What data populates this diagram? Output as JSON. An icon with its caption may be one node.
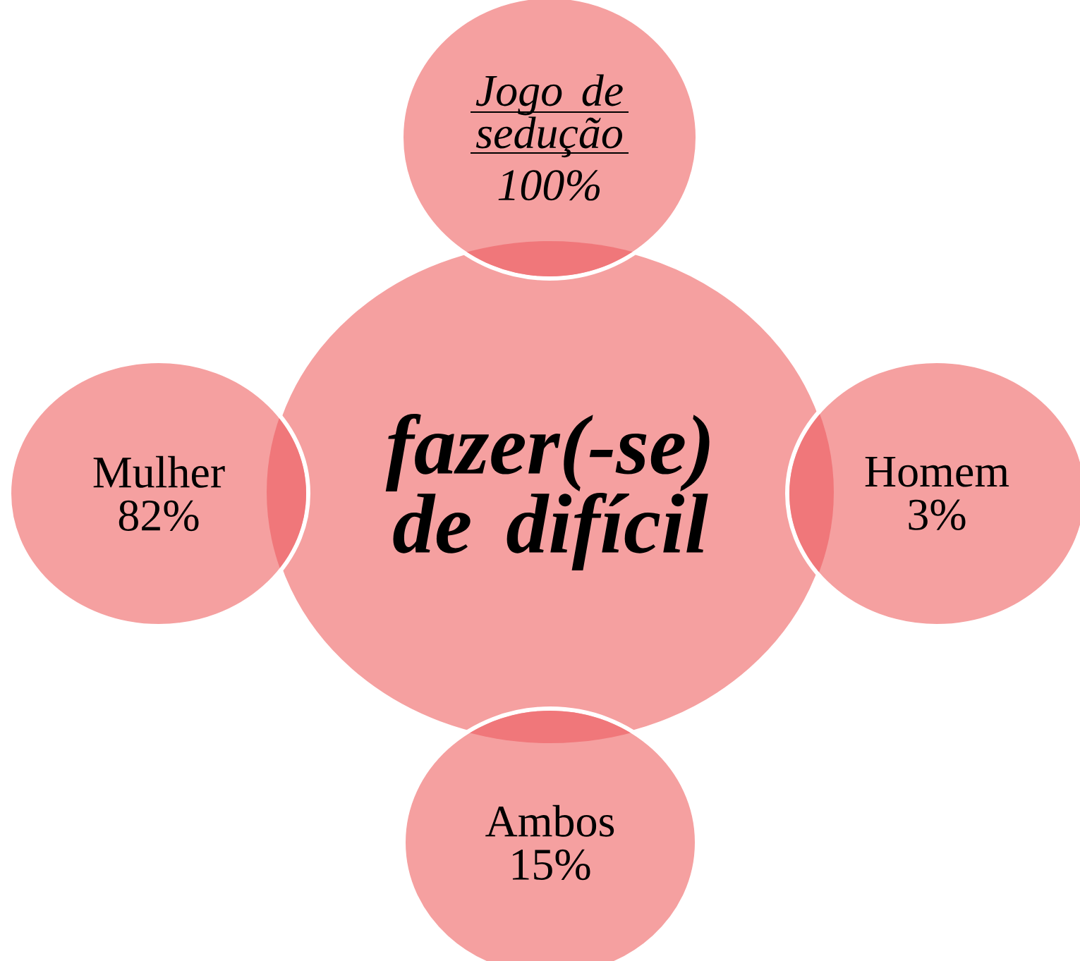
{
  "diagram": {
    "nodes": [
      {
        "text": [
          "Jogo de sedução",
          "100%"
        ]
      },
      {
        "text": [
          "Mulher",
          "82%"
        ]
      },
      {
        "text": [
          "fazer(-se) de difícil"
        ]
      },
      {
        "text": [
          "Homem",
          "3%"
        ]
      },
      {
        "text": [
          "Ambos",
          "15%"
        ]
      }
    ]
  }
}
